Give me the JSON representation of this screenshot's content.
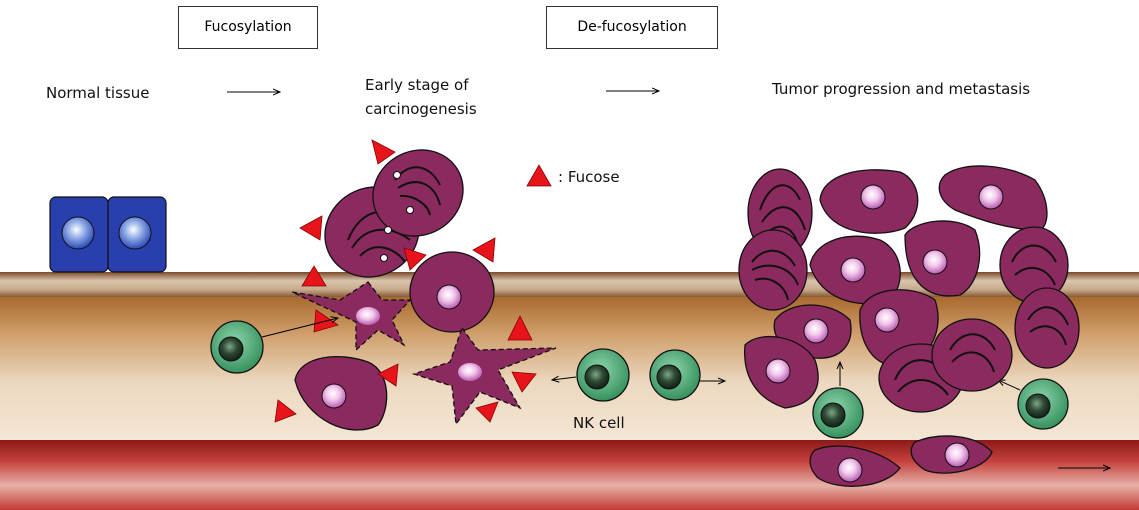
{
  "header": {
    "fucosylation": "Fucosylation",
    "defucosylation": "De-fucosylation"
  },
  "stages": {
    "normal": "Normal tissue",
    "early_line1": "Early stage of",
    "early_line2": "carcinogenesis",
    "tumor": "Tumor progression and metastasis"
  },
  "legend": {
    "fucose_label": ": Fucose",
    "fucose_color": "#e8141c"
  },
  "cells": {
    "nk_label": "NK cell"
  },
  "colors": {
    "tumor_cell": "#8b2a5e",
    "normal_cell": "#2a3fae",
    "nk_cell": "#2e8b57",
    "vessel": "#b52a28",
    "stroma": "#c9925a"
  }
}
